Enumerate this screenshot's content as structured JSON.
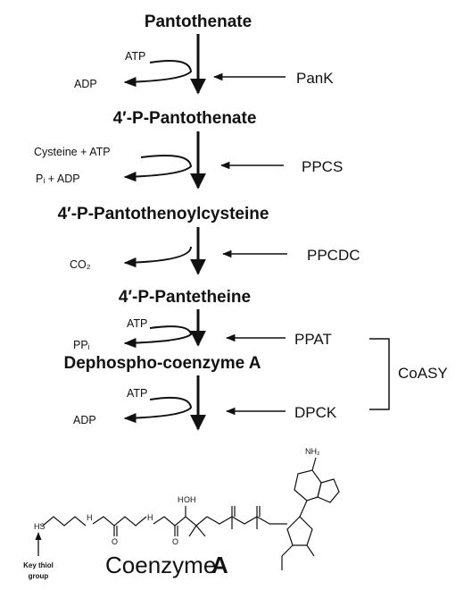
{
  "pathway": {
    "metabolites": [
      "Pantothenate",
      "4′-P-Pantothenate",
      "4′-P-Pantothenoylcysteine",
      "4′-P-Pantetheine",
      "Dephospho-coenzyme A"
    ],
    "steps": [
      {
        "input": "ATP",
        "output": "ADP",
        "enzyme": "PanK"
      },
      {
        "input": "Cysteine + ATP",
        "output": "Pᵢ + ADP",
        "enzyme": "PPCS"
      },
      {
        "input": "",
        "output": "CO₂",
        "enzyme": "PPCDC"
      },
      {
        "input": "ATP",
        "output": "PPᵢ",
        "enzyme": "PPAT"
      },
      {
        "input": "ATP",
        "output": "ADP",
        "enzyme": "DPCK"
      }
    ],
    "complex_label": "CoASY",
    "product": {
      "name": "Coenzyme",
      "letter": "A"
    },
    "thiol_note": {
      "line1": "Key thiol",
      "line2": "group"
    },
    "atoms": {
      "hs": "HS",
      "nh1": "H",
      "nh2": "H",
      "o1": "O",
      "o2": "O",
      "ho": "H",
      "oh": "OH",
      "nh2_group": "NH₂"
    }
  }
}
